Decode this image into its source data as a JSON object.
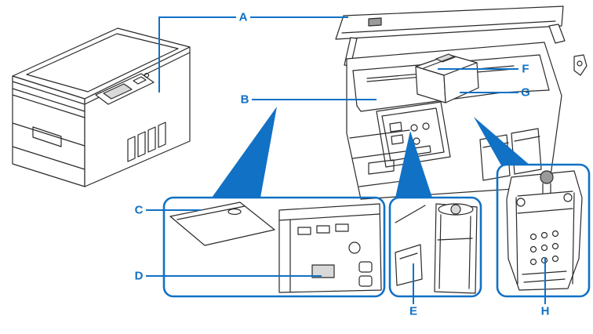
{
  "figure": {
    "type": "printer-parts-diagram",
    "labels": {
      "a": "A",
      "b": "B",
      "c": "C",
      "d": "D",
      "e": "E",
      "f": "F",
      "g": "G",
      "h": "H"
    },
    "colors": {
      "accent": "#1171c5",
      "line_art": "#2a2a2a",
      "background": "#ffffff"
    }
  }
}
